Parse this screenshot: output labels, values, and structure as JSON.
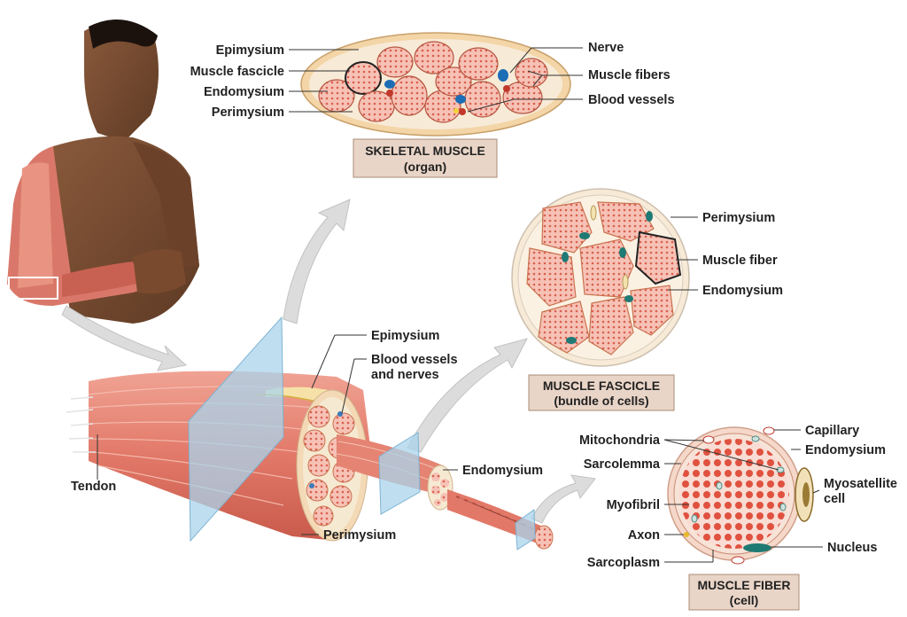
{
  "organ": {
    "labels_left": [
      "Epimysium",
      "Muscle fascicle",
      "Endomysium",
      "Perimysium"
    ],
    "labels_right": [
      "Nerve",
      "Muscle fibers",
      "Blood vessels"
    ],
    "box_title": "SKELETAL MUSCLE",
    "box_subtitle": "(organ)"
  },
  "fascicle": {
    "labels": [
      "Perimysium",
      "Muscle fiber",
      "Endomysium"
    ],
    "box_title": "MUSCLE FASCICLE",
    "box_subtitle": "(bundle of cells)"
  },
  "bundle": {
    "epimysium": "Epimysium",
    "vessels_line1": "Blood vessels",
    "vessels_line2": "and nerves",
    "tendon": "Tendon",
    "perimysium": "Perimysium",
    "endomysium": "Endomysium"
  },
  "fiber": {
    "labels_left": [
      "Mitochondria",
      "Sarcolemma",
      "Myofibril",
      "Axon",
      "Sarcoplasm"
    ],
    "capillary": "Capillary",
    "endomysium": "Endomysium",
    "myosatellite_line1": "Myosatellite",
    "myosatellite_line2": "cell",
    "nucleus": "Nucleus",
    "box_title": "MUSCLE FIBER",
    "box_subtitle": "(cell)"
  },
  "colors": {
    "muscle": "#e8877a",
    "muscle_light": "#f4b6a8",
    "connective": "#f6e6c6",
    "box_fill": "#e9d5c7",
    "plane": "#a9d4ec",
    "nucleus": "#1f7a74",
    "arrow": "#d9d9d9"
  }
}
